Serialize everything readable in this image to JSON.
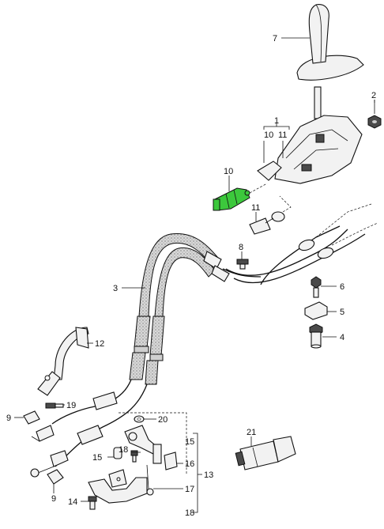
{
  "labels": {
    "l1": "1",
    "l10a": "10",
    "l11a": "11",
    "l2": "2",
    "l3": "3",
    "l4": "4",
    "l5": "5",
    "l6": "6",
    "l7": "7",
    "l8": "8",
    "l9a": "9",
    "l9b": "9",
    "l10b": "10",
    "l11b": "11",
    "l12": "12",
    "l13": "13",
    "l14": "14",
    "l15a": "15",
    "l15b": "15",
    "l16": "16",
    "l17": "17",
    "l18a": "18",
    "l18b": "18",
    "l19": "19",
    "l20": "20",
    "l21": "21"
  },
  "colors": {
    "highlight": "#3cc83c",
    "line": "#111111",
    "sleeve": "#cfcfcf"
  }
}
